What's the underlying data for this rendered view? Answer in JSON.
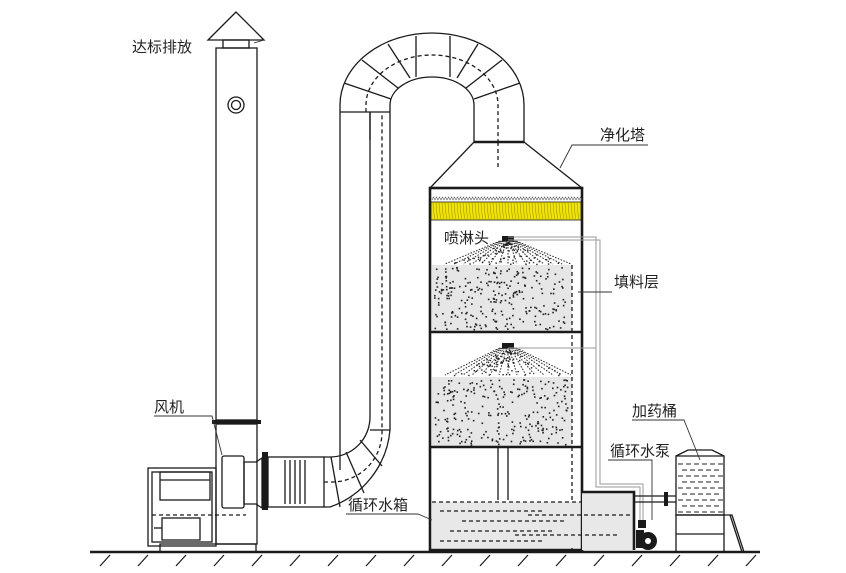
{
  "title": "废气净化塔工艺流程示意图",
  "labels": {
    "stack_outlet": "达标排放",
    "purification_tower": "净化塔",
    "spray_nozzle": "喷淋头",
    "packing_layer": "填料层",
    "fan": "风机",
    "dosing_tank": "加药桶",
    "circulation_pump": "循环水泵",
    "circulation_tank": "循环水箱"
  },
  "colors": {
    "line": "#1a1a1a",
    "demister": "#f2e600",
    "packing_fill": "#e6e6e6",
    "water": "#e8e8e8",
    "pipe": "#9a9a9a"
  }
}
